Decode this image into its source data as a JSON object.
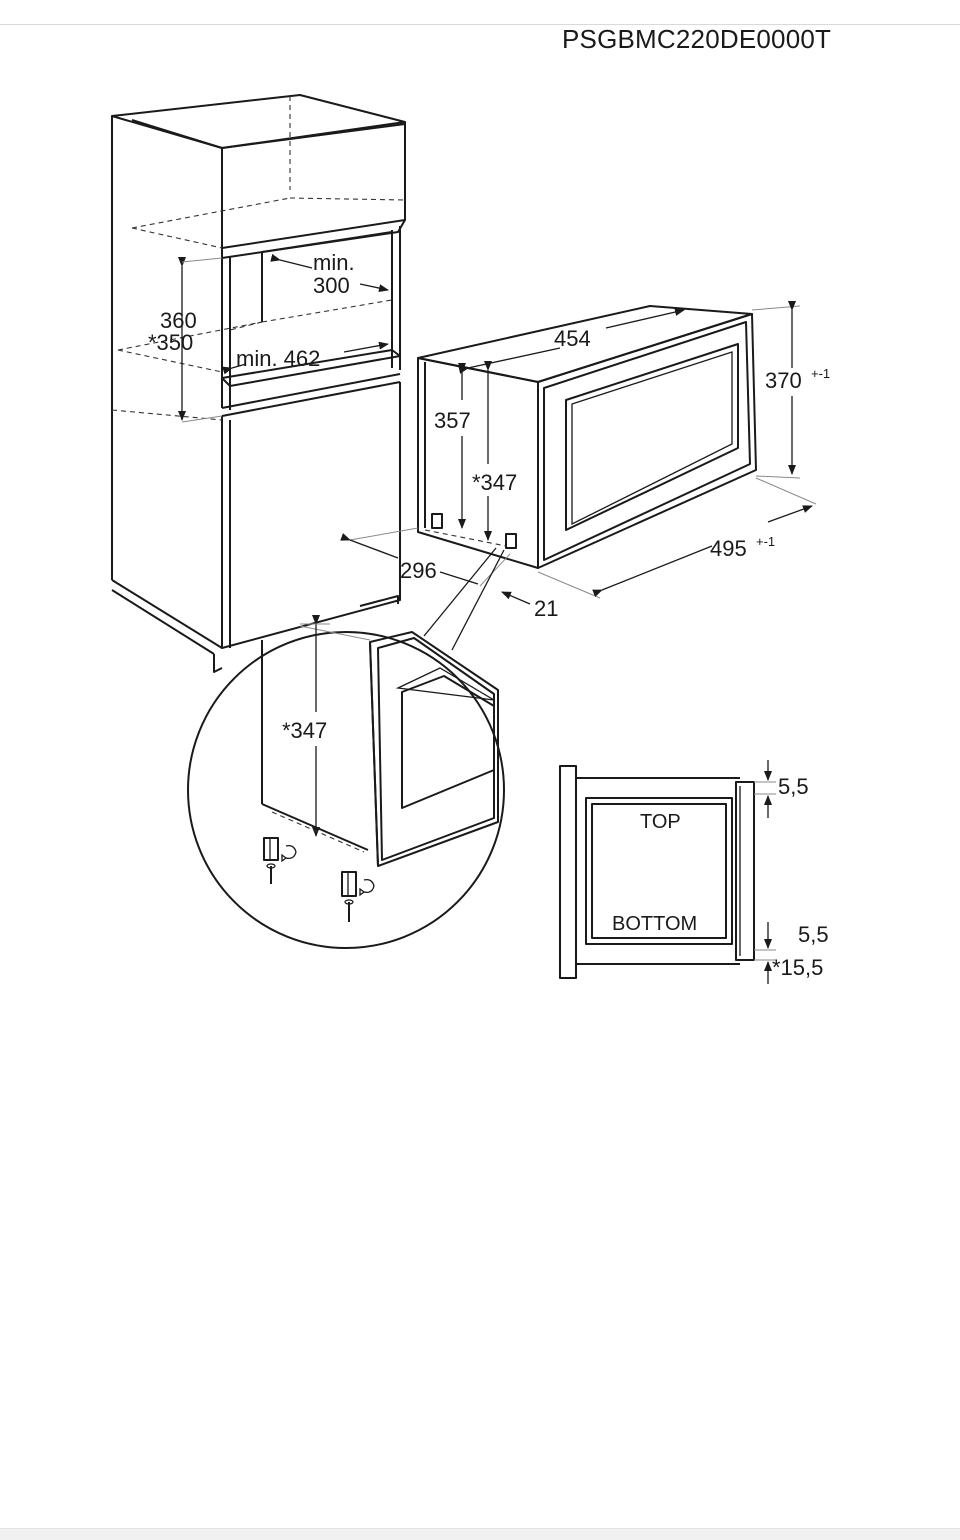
{
  "header": {
    "model_code": "PSGBMC220DE0000T"
  },
  "cabinet": {
    "height_label": "360",
    "height_alt_label": "*350",
    "depth_label_prefix": "min.",
    "depth_label_value": "300",
    "width_label": "min. 462"
  },
  "appliance": {
    "width_label": "454",
    "height_label": "370",
    "height_tolerance": "+-1",
    "body_height_label": "357",
    "inner_height_label": "*347",
    "depth_label": "495",
    "depth_tolerance": "+-1",
    "side_label": "296",
    "front_label": "21"
  },
  "detail": {
    "height_label": "*347"
  },
  "frame": {
    "top_label": "TOP",
    "bottom_label": "BOTTOM",
    "top_gap_label": "5,5",
    "bottom_gap_label": "5,5",
    "bottom_alt_label": "*15,5"
  }
}
